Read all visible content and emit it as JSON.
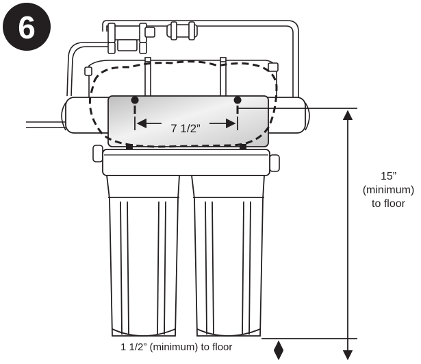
{
  "step": {
    "number": "6"
  },
  "dimensions": {
    "bracket_hole_spacing": "7 1/2”",
    "height_value": "15”",
    "height_qualifier": "(minimum)",
    "height_suffix": "to floor",
    "floor_clearance": "1 1/2” (minimum) to floor"
  },
  "colors": {
    "ink": "#231f20",
    "bracket_fill": "#d9d9d9",
    "background": "#ffffff"
  },
  "icons": [
    "arrow-icon"
  ]
}
